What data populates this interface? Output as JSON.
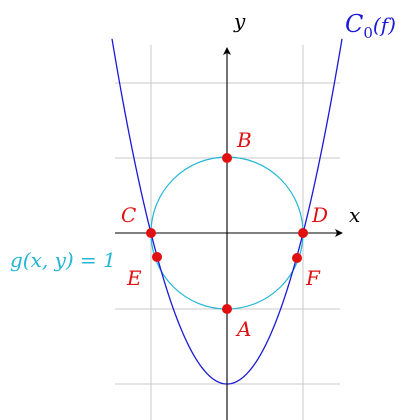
{
  "axes": {
    "x_label": "x",
    "y_label": "y"
  },
  "curve": {
    "label_main": "C",
    "label_sub": "0",
    "label_arg": "(f)",
    "color": "#1a1ad6"
  },
  "circle": {
    "label": "g(x, y) = 1",
    "color": "#22b5d6"
  },
  "points_color": "#e01010",
  "points": {
    "A": "A",
    "B": "B",
    "C": "C",
    "D": "D",
    "E": "E",
    "F": "F"
  },
  "grid_color": "#c8c8c8"
}
